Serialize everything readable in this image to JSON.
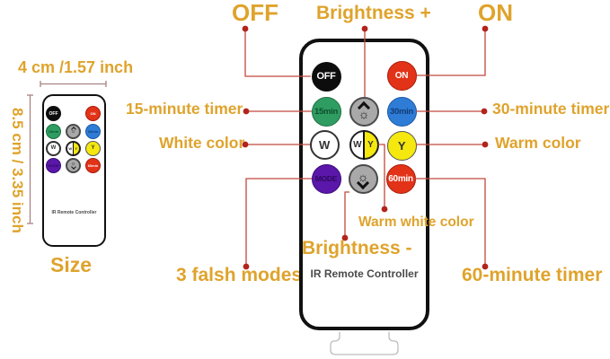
{
  "colors": {
    "label_orange": "#DFA32C",
    "callout_line_red": "#C1493E",
    "callout_dot_red": "#B2241B",
    "measure_line": "#AB8383",
    "remote_outline": "#111111",
    "button_black": "#0D0D0D",
    "button_red": "#E23318",
    "button_green": "#2F9D62",
    "button_blue": "#2E7CD6",
    "button_yellow": "#F4E80E",
    "button_purple": "#5A17A9",
    "button_gray": "#A9A9A9"
  },
  "size_diagram": {
    "width_label": "4 cm /1.57 inch",
    "height_label": "8.5 cm / 3.35 inch",
    "caption": "Size"
  },
  "remote": {
    "brand": "IR Remote Controller",
    "buttons": {
      "off": "OFF",
      "on": "ON",
      "timer15": "15min",
      "timer30": "30min",
      "timer60": "60min",
      "white": "W",
      "split_white": "W",
      "split_yellow": "Y",
      "yellow": "Y",
      "mode": "MODE"
    }
  },
  "annotations": {
    "off": "OFF",
    "brightness_plus": "Brightness +",
    "on": "ON",
    "timer15": "15-minute timer",
    "timer30": "30-minute timer",
    "white": "White color",
    "warm": "Warm color",
    "warm_white": "Warm white color",
    "brightness_minus": "Brightness -",
    "flash_modes": "3 falsh modes",
    "timer60": "60-minute timer"
  }
}
